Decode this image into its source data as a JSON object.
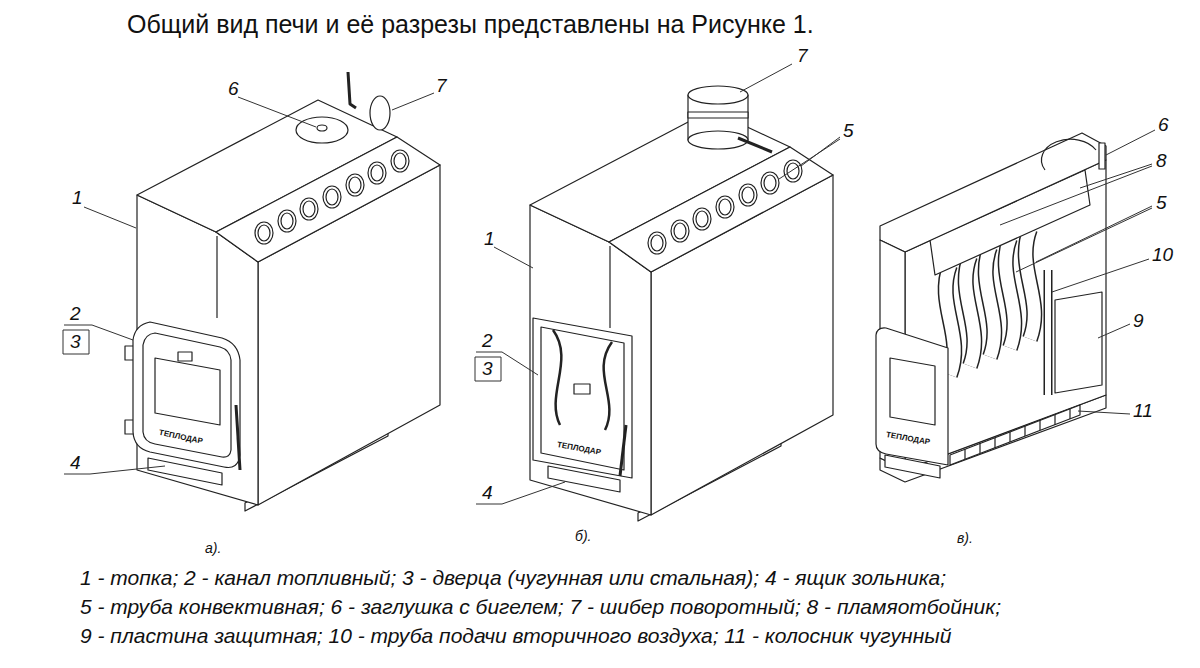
{
  "diagram": {
    "title": "Общий вид печи и её разрезы представлены на Рисунке 1.",
    "labels": [
      "6",
      "7",
      "1",
      "2",
      "3",
      "4",
      "ТЕПЛОДАР",
      "а).",
      "7",
      "5",
      "1",
      "2",
      "3",
      "4",
      "ТЕПЛОДАР",
      "б).",
      "6",
      "8",
      "5",
      "10",
      "9",
      "11",
      "ТЕПЛОДАР",
      "в).",
      "1 - топка; 2 - канал топливный; 3 - дверца (чугунная или стальная); 4 - ящик зольника;",
      "5 - труба конвективная; 6 - заглушка с бигелем; 7 - шибер поворотный; 8 - пламяотбойник;",
      "9 - пластина защитная; 10 - труба подачи вторичного воздуха; 11 - колосник чугунный"
    ]
  }
}
